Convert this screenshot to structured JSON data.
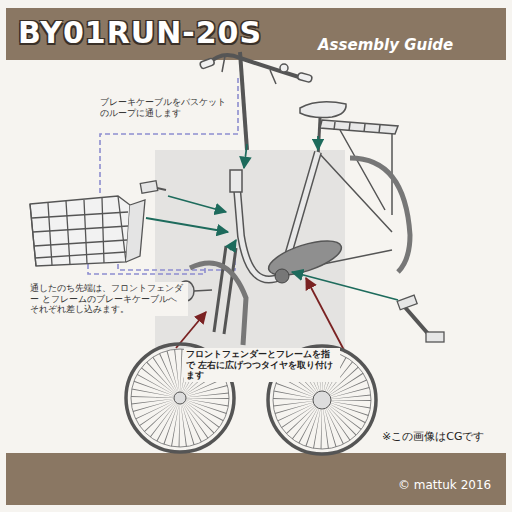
{
  "diagram": {
    "title": "BY01RUN-20S",
    "labels": [
      "Assembly Guide",
      "ブレーキケーブルをバスケット のループに通します",
      "通したのち先端は、フロントフェンダー とフレームのブレーキケーブルへ それぞれ差し込みます。",
      "フロントフェンダーとフレームを指で 左右に広げつつタイヤを取り付けます",
      "※この画像はCGです",
      "© mattuk 2016"
    ]
  }
}
